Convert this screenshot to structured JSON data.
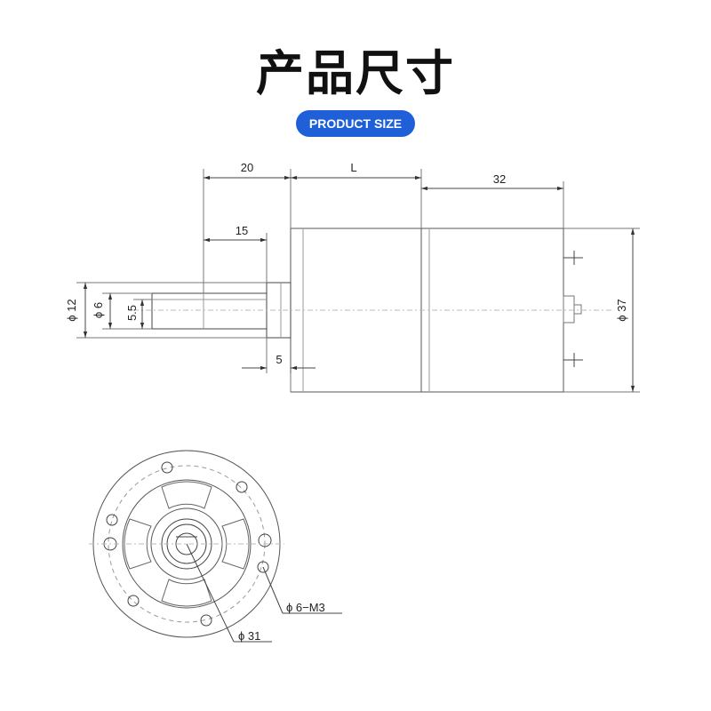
{
  "header": {
    "title": "产品尺寸",
    "subtitle": "PRODUCT SIZE"
  },
  "side_view": {
    "dim_shaft_length": "20",
    "dim_body_length": "L",
    "dim_motor_length": "32",
    "dim_flat_length": "15",
    "dim_boss_dia": "ϕ 12",
    "dim_shaft_dia": "ϕ 6",
    "dim_flat_depth": "5.5",
    "dim_boss_length": "5",
    "dim_motor_dia": "ϕ 37"
  },
  "front_view": {
    "dim_holes": "ϕ 6−M3",
    "dim_pcd": "ϕ 31"
  },
  "colors": {
    "accent": "#1f5fd8",
    "line": "#333333"
  }
}
